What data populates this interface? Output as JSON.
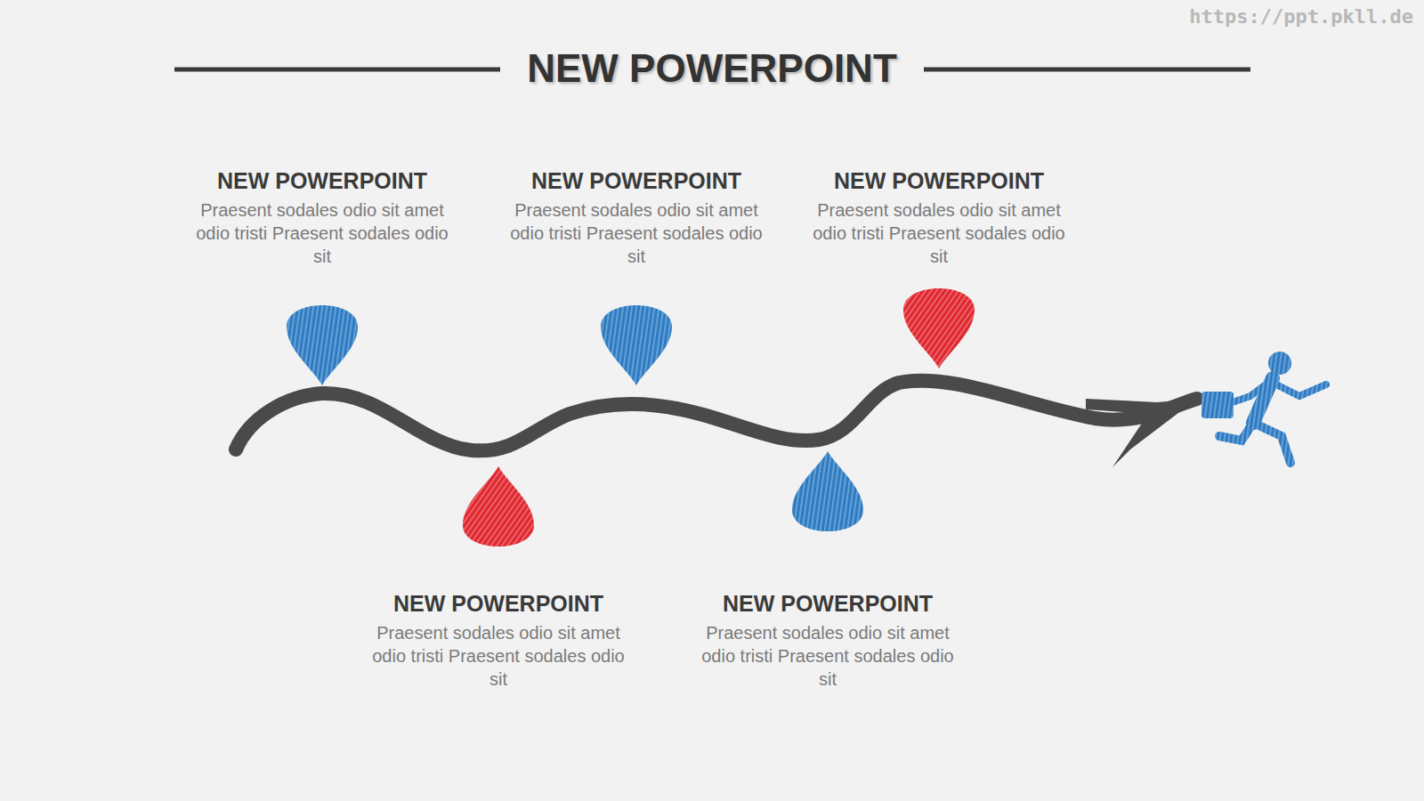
{
  "diagram": {
    "title": "NEW POWERPOINT",
    "nodes": [
      {
        "text": [
          "NEW POWERPOINT",
          "Praesent sodales odio sit amet odio tristi Praesent sodales odio sit"
        ]
      },
      {
        "text": [
          "NEW POWERPOINT",
          "Praesent sodales odio sit amet odio tristi Praesent sodales odio sit"
        ]
      },
      {
        "text": [
          "NEW POWERPOINT",
          "Praesent sodales odio sit amet odio tristi Praesent sodales odio sit"
        ]
      },
      {
        "text": [
          "NEW POWERPOINT",
          "Praesent sodales odio sit amet odio tristi Praesent sodales odio sit"
        ]
      },
      {
        "text": [
          "NEW POWERPOINT",
          "Praesent sodales odio sit amet odio tristi Praesent sodales odio sit"
        ]
      }
    ],
    "labels": [
      "https://ppt.pkll.de"
    ]
  }
}
